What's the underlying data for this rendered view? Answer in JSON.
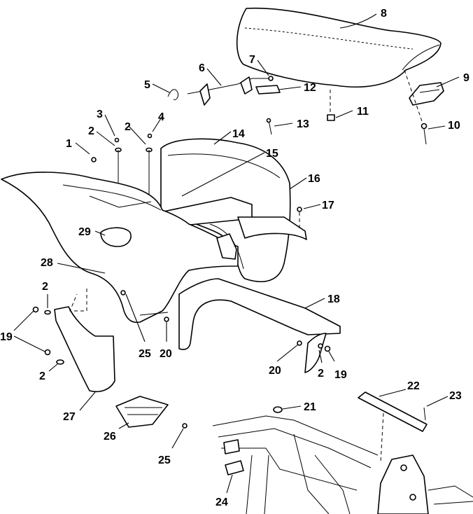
{
  "callouts": [
    {
      "id": "c1",
      "label": "1"
    },
    {
      "id": "c2a",
      "label": "2"
    },
    {
      "id": "c3",
      "label": "3"
    },
    {
      "id": "c2b",
      "label": "2"
    },
    {
      "id": "c4",
      "label": "4"
    },
    {
      "id": "c5",
      "label": "5"
    },
    {
      "id": "c6",
      "label": "6"
    },
    {
      "id": "c7",
      "label": "7"
    },
    {
      "id": "c8",
      "label": "8"
    },
    {
      "id": "c9",
      "label": "9"
    },
    {
      "id": "c10",
      "label": "10"
    },
    {
      "id": "c11",
      "label": "11"
    },
    {
      "id": "c12",
      "label": "12"
    },
    {
      "id": "c13",
      "label": "13"
    },
    {
      "id": "c14",
      "label": "14"
    },
    {
      "id": "c15",
      "label": "15"
    },
    {
      "id": "c16",
      "label": "16"
    },
    {
      "id": "c17",
      "label": "17"
    },
    {
      "id": "c18",
      "label": "18"
    },
    {
      "id": "c29",
      "label": "29"
    },
    {
      "id": "c28",
      "label": "28"
    },
    {
      "id": "c2c",
      "label": "2"
    },
    {
      "id": "c19a",
      "label": "19"
    },
    {
      "id": "c2d",
      "label": "2"
    },
    {
      "id": "c25a",
      "label": "25"
    },
    {
      "id": "c20a",
      "label": "20"
    },
    {
      "id": "c20b",
      "label": "20"
    },
    {
      "id": "c2e",
      "label": "2"
    },
    {
      "id": "c19b",
      "label": "19"
    },
    {
      "id": "c27",
      "label": "27"
    },
    {
      "id": "c26",
      "label": "26"
    },
    {
      "id": "c25b",
      "label": "25"
    },
    {
      "id": "c21",
      "label": "21"
    },
    {
      "id": "c22",
      "label": "22"
    },
    {
      "id": "c23",
      "label": "23"
    },
    {
      "id": "c24",
      "label": "24"
    }
  ]
}
